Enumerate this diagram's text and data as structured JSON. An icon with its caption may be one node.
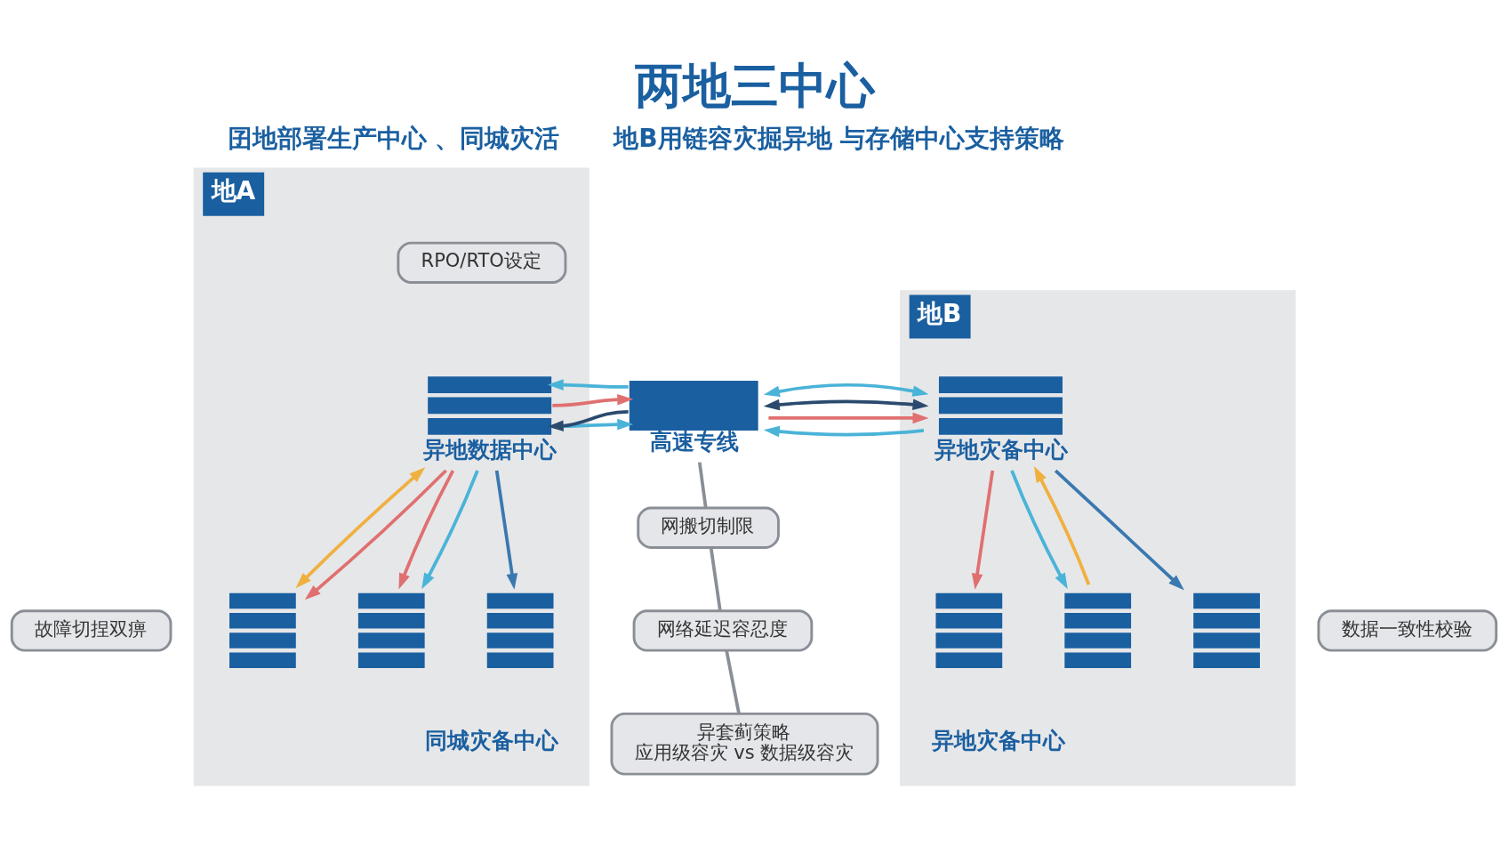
{
  "diagram": {
    "title": "两地三中心",
    "nodes": [
      {
        "text": [
          "地A"
        ]
      },
      {
        "text": [
          "RPO/RTO设定"
        ],
        "in": 0
      },
      {
        "text": [
          "异地数据中心"
        ],
        "in": 0
      },
      {
        "text": [
          "故障切捏双痹"
        ]
      },
      {
        "text": [],
        "shape": "picture",
        "in": 0
      },
      {
        "text": [],
        "shape": "picture",
        "in": 0
      },
      {
        "text": [],
        "shape": "picture",
        "in": 0
      },
      {
        "text": [
          "高速专线"
        ]
      },
      {
        "text": [
          "网搬切制限"
        ]
      },
      {
        "text": [
          "网络延迟容忍度"
        ]
      },
      {
        "text": [
          "地B"
        ]
      },
      {
        "text": [
          "异地灾备中心"
        ],
        "in": 10
      },
      {
        "text": [
          "数据一致性校验"
        ]
      },
      {
        "text": [],
        "shape": "picture",
        "in": 10
      },
      {
        "text": [],
        "shape": "picture",
        "in": 10
      },
      {
        "text": [],
        "shape": "picture",
        "in": 10
      },
      {
        "text": [
          "异套蓟策略",
          "应用级容灾 vs 数据级容灾"
        ]
      }
    ],
    "edges": [
      {
        "from": 7,
        "to": 2,
        "arrow": "to",
        "color": "#4ab3d8"
      },
      {
        "from": 2,
        "to": 7,
        "arrow": "to",
        "color": "#e07070"
      },
      {
        "from": 7,
        "to": 2,
        "arrow": "to",
        "color": "#2a4a6e"
      },
      {
        "from": 2,
        "to": 7,
        "arrow": "to",
        "color": "#4ab3d8"
      },
      {
        "from": 11,
        "to": 7,
        "arrow": "to",
        "color": "#4ab3d8"
      },
      {
        "from": 7,
        "to": 11,
        "arrow": "to",
        "color": "#e07070"
      },
      {
        "from": 7,
        "to": 11,
        "arrow": "both",
        "color": "#2a4a6e"
      },
      {
        "from": 7,
        "to": 11,
        "arrow": "both",
        "color": "#4ab3d8"
      },
      {
        "from": 2,
        "to": 4,
        "arrow": "both",
        "color": "#f0b040"
      },
      {
        "from": 2,
        "to": 4,
        "arrow": "to",
        "color": "#e07070"
      },
      {
        "from": 2,
        "to": 5,
        "arrow": "to",
        "color": "#e07070"
      },
      {
        "from": 2,
        "to": 5,
        "arrow": "to",
        "color": "#4ab3d8"
      },
      {
        "from": 2,
        "to": 6,
        "arrow": "to",
        "color": "#3a78b0"
      },
      {
        "from": 11,
        "to": 13,
        "arrow": "to",
        "color": "#e07070"
      },
      {
        "from": 14,
        "to": 11,
        "arrow": "to",
        "color": "#f0b040"
      },
      {
        "from": 11,
        "to": 14,
        "arrow": "to",
        "color": "#4ab3d8"
      },
      {
        "from": 11,
        "to": 15,
        "arrow": "to",
        "color": "#3a78b0"
      },
      {
        "from": 7,
        "to": 8,
        "arrow": "none",
        "color": "#8a8f96"
      },
      {
        "from": 8,
        "to": 9,
        "arrow": "none",
        "color": "#8a8f96"
      },
      {
        "from": 9,
        "to": 16,
        "arrow": "none",
        "color": "#8a8f96"
      }
    ],
    "labels": [
      "囝地部署生产中心 、同城灾活",
      "地B用链容灾掘异地 与存储中心支持策略",
      "同城灾备中心",
      "异地灾备中心"
    ]
  }
}
